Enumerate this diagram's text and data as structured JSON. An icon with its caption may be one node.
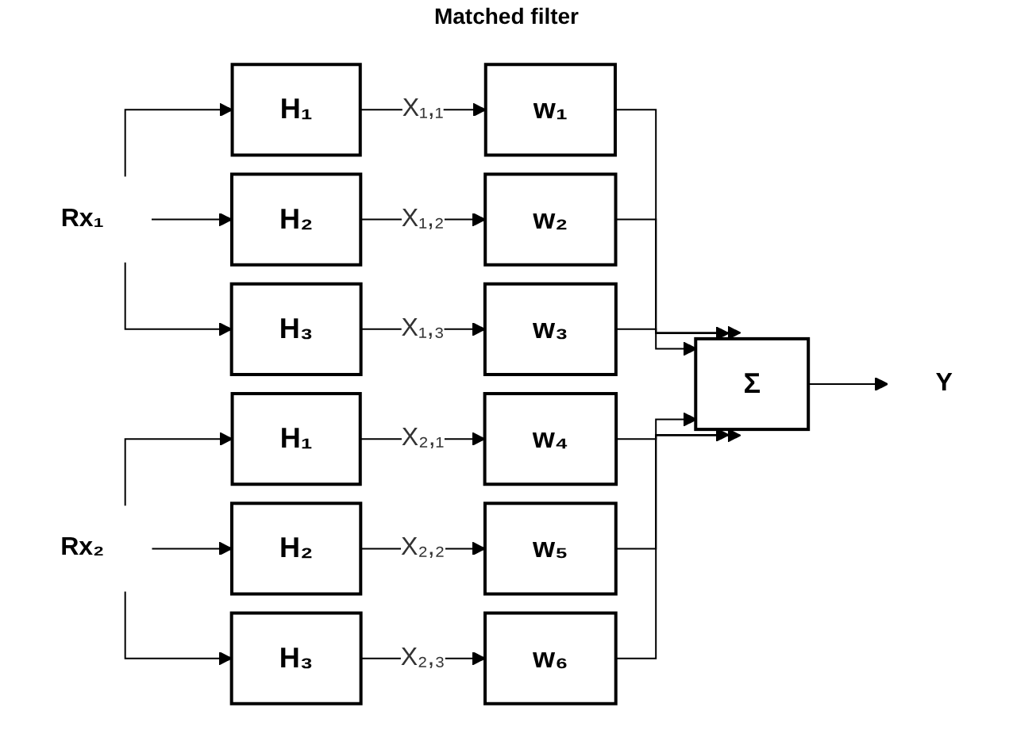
{
  "diagram": {
    "nodes": [
      {
        "text": [
          "Rx₁"
        ]
      },
      {
        "text": [
          "H₁"
        ]
      },
      {
        "text": [
          "H₂"
        ]
      },
      {
        "text": [
          "H₃"
        ]
      },
      {
        "text": [
          "Rx₂"
        ]
      },
      {
        "text": [
          "H₁"
        ]
      },
      {
        "text": [
          "H₂"
        ]
      },
      {
        "text": [
          "H₃"
        ]
      },
      {
        "text": [
          "w₁"
        ]
      },
      {
        "text": [
          "w₂"
        ]
      },
      {
        "text": [
          "w₃"
        ]
      },
      {
        "text": [
          "w₄"
        ]
      },
      {
        "text": [
          "w₅"
        ]
      },
      {
        "text": [
          "w₆"
        ]
      },
      {
        "text": [
          "Σ"
        ]
      },
      {
        "text": [
          "Y"
        ]
      }
    ],
    "edges": [
      {
        "from": 0,
        "to": 1,
        "arrow": "to"
      },
      {
        "from": 0,
        "to": 2,
        "arrow": "to"
      },
      {
        "from": 0,
        "to": 3,
        "arrow": "to"
      },
      {
        "from": 4,
        "to": 5,
        "arrow": "to"
      },
      {
        "from": 4,
        "to": 6,
        "arrow": "to"
      },
      {
        "from": 4,
        "to": 7,
        "arrow": "to"
      },
      {
        "from": 1,
        "to": 8,
        "label": "X₁,₁",
        "arrow": "to"
      },
      {
        "from": 2,
        "to": 9,
        "label": "X₁,₂",
        "arrow": "to"
      },
      {
        "from": 3,
        "to": 10,
        "label": "X₁,₃",
        "arrow": "to"
      },
      {
        "from": 5,
        "to": 11,
        "label": "X₂,₁",
        "arrow": "to"
      },
      {
        "from": 6,
        "to": 12,
        "label": "X₂,₂",
        "arrow": "to"
      },
      {
        "from": 7,
        "to": 13,
        "label": "X₂,₃",
        "arrow": "to"
      },
      {
        "from": 8,
        "to": 14,
        "arrow": "to"
      },
      {
        "from": 9,
        "to": 14,
        "arrow": "to"
      },
      {
        "from": 10,
        "to": 14,
        "arrow": "to"
      },
      {
        "from": 11,
        "to": 14,
        "arrow": "to"
      },
      {
        "from": 12,
        "to": 14,
        "arrow": "to"
      },
      {
        "from": 13,
        "to": 14,
        "arrow": "to"
      },
      {
        "from": 14,
        "to": 15,
        "arrow": "to"
      }
    ],
    "labels": [
      "Matched filter"
    ]
  }
}
